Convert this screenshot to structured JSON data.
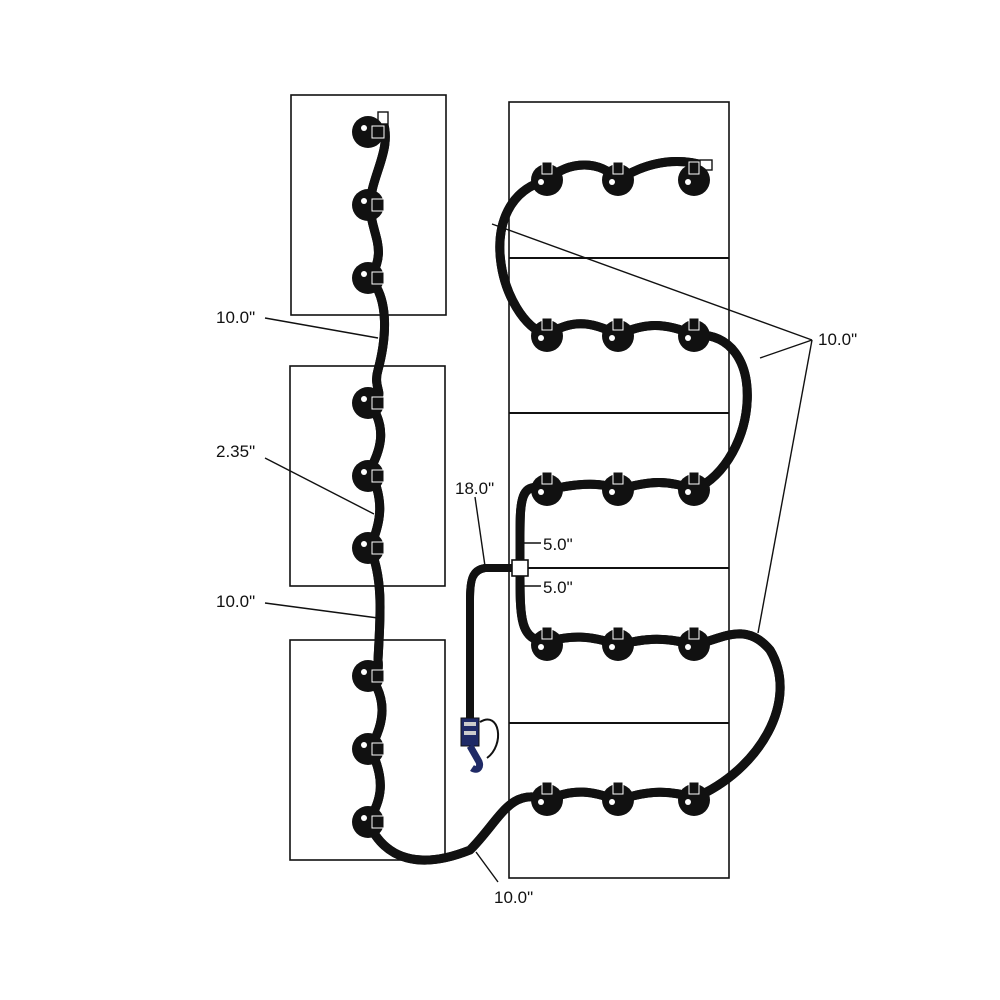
{
  "labels": {
    "left_upper": "10.0\"",
    "left_middle": "2.35\"",
    "left_lower": "10.0\"",
    "right_group": "10.0\"",
    "center_main": "18.0\"",
    "tee_upper": "5.0\"",
    "tee_lower": "5.0\"",
    "bottom": "10.0\""
  },
  "colors": {
    "outline": "#111111",
    "tube_fill": "#ffffff",
    "valve": "#111111",
    "connector": "#1f2a66"
  }
}
